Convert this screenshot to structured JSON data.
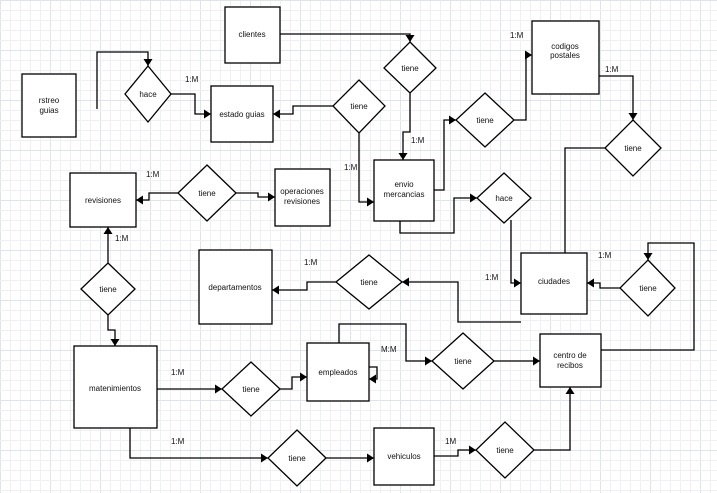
{
  "colors": {
    "background": "#ffffff",
    "grid_minor": "#eef0f4",
    "grid_major": "#dfe3ea",
    "stroke": "#000000"
  },
  "entities": {
    "clientes": "clientes",
    "codigos": [
      "codigos",
      "postales"
    ],
    "rastreo": [
      "rstreo",
      "guias"
    ],
    "estado": "estado guias",
    "revisiones": "revisiones",
    "operaciones": [
      "operaciones",
      "revisiones"
    ],
    "envio": [
      "envio",
      "mercancias"
    ],
    "departamentos": "departamentos",
    "ciudades": "ciudades",
    "mantenimientos": "matenimientos",
    "empleados": "empleados",
    "centro": [
      "centro de",
      "recibos"
    ],
    "vehiculos": "vehiculos"
  },
  "relations": {
    "hace_rastreo": "hace",
    "tiene_clientes": "tiene",
    "tiene_estado": "tiene",
    "tiene_codigos": "tiene",
    "tiene_postal_ciudad": "tiene",
    "tiene_revisiones": "tiene",
    "hace_envio": "hace",
    "tiene_deptos": "tiene",
    "tiene_ciudad_centro": "tiene",
    "tiene_mant_rev": "tiene",
    "tiene_mant_emp": "tiene",
    "tiene_emp_centro": "tiene",
    "tiene_mant_veh": "tiene",
    "tiene_veh_centro": "tiene"
  },
  "cardinalities": {
    "c1": "1:M",
    "c2": "1:M",
    "c3": "1:M",
    "c4": "1:M",
    "c5": "1:M",
    "c6": "1:M",
    "c7": "1:M",
    "c8": "1:M",
    "c9": "1:M",
    "c10": "1:M",
    "c11": "M:M",
    "c12": "1:M",
    "c13": "1M"
  }
}
